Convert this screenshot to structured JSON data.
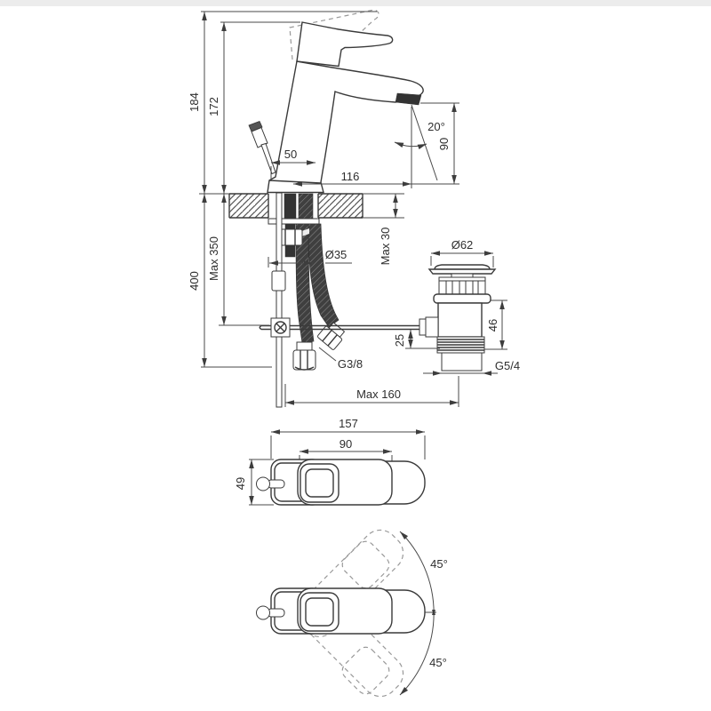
{
  "colors": {
    "background": "#ffffff",
    "top_strip": "#ececec",
    "line": "#3a3a3a",
    "dimension": "#4a4a4a",
    "dashed_ghost": "#999999"
  },
  "side_view": {
    "total_height": "184",
    "aerator_height": "172",
    "lever_offset": "50",
    "spout_reach": "116",
    "stream_angle": "20°",
    "spout_clearance": "90",
    "deck_thickness": "Max 30",
    "hole_diameter": "Ø35",
    "rod_length": "Max 350",
    "hose_length": "400",
    "hose_thread": "G3/8",
    "linkage_drop": "25",
    "waste_flange_diameter": "Ø62",
    "waste_height": "46",
    "waste_thread": "G5/4",
    "waste_distance": "Max 160"
  },
  "top_view": {
    "overall_length": "157",
    "handle_length": "90",
    "body_width": "49"
  },
  "swivel_view": {
    "upper_angle": "45°",
    "lower_angle": "45°"
  }
}
